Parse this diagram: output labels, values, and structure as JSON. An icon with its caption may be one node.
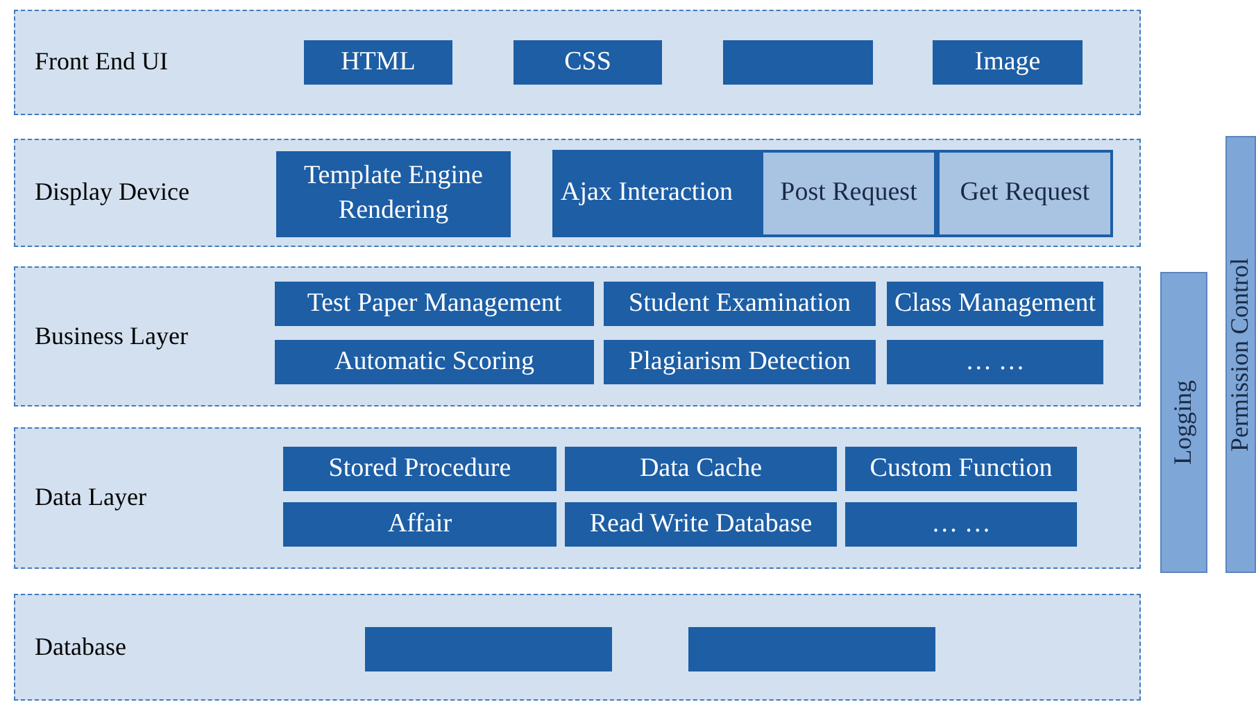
{
  "diagram": {
    "nodes": [
      {
        "text": [
          "Front End UI"
        ]
      },
      {
        "text": [
          "HTML"
        ],
        "in": 0
      },
      {
        "text": [
          "CSS"
        ],
        "in": 0
      },
      {
        "text": [],
        "shape": "box",
        "in": 0
      },
      {
        "text": [
          "Image"
        ],
        "in": 0
      },
      {
        "text": [
          "Display Device"
        ]
      },
      {
        "text": [
          "Template Engine Rendering"
        ],
        "in": 5
      },
      {
        "text": [
          "Ajax Interaction"
        ],
        "in": 5
      },
      {
        "text": [
          "Post Request"
        ],
        "in": 7
      },
      {
        "text": [
          "Get Request"
        ],
        "in": 7
      },
      {
        "text": [
          "Business Layer"
        ]
      },
      {
        "text": [
          "Test Paper Management"
        ],
        "in": 10
      },
      {
        "text": [
          "Student Examination"
        ],
        "in": 10
      },
      {
        "text": [
          "Class Management"
        ],
        "in": 10
      },
      {
        "text": [
          "Automatic Scoring"
        ],
        "in": 10
      },
      {
        "text": [
          "Plagiarism Detection"
        ],
        "in": 10
      },
      {
        "text": [
          "… …"
        ],
        "in": 10
      },
      {
        "text": [
          "Data Layer"
        ]
      },
      {
        "text": [
          "Stored Procedure"
        ],
        "in": 17
      },
      {
        "text": [
          "Data Cache"
        ],
        "in": 17
      },
      {
        "text": [
          "Custom Function"
        ],
        "in": 17
      },
      {
        "text": [
          "Affair"
        ],
        "in": 17
      },
      {
        "text": [
          "Read Write Database"
        ],
        "in": 17
      },
      {
        "text": [
          "… …"
        ],
        "in": 17
      },
      {
        "text": [
          "Database"
        ]
      },
      {
        "text": [],
        "shape": "box",
        "in": 24
      },
      {
        "text": [],
        "shape": "box",
        "in": 24
      },
      {
        "text": [
          "Logging"
        ]
      },
      {
        "text": [
          "Permission Control"
        ]
      }
    ]
  }
}
